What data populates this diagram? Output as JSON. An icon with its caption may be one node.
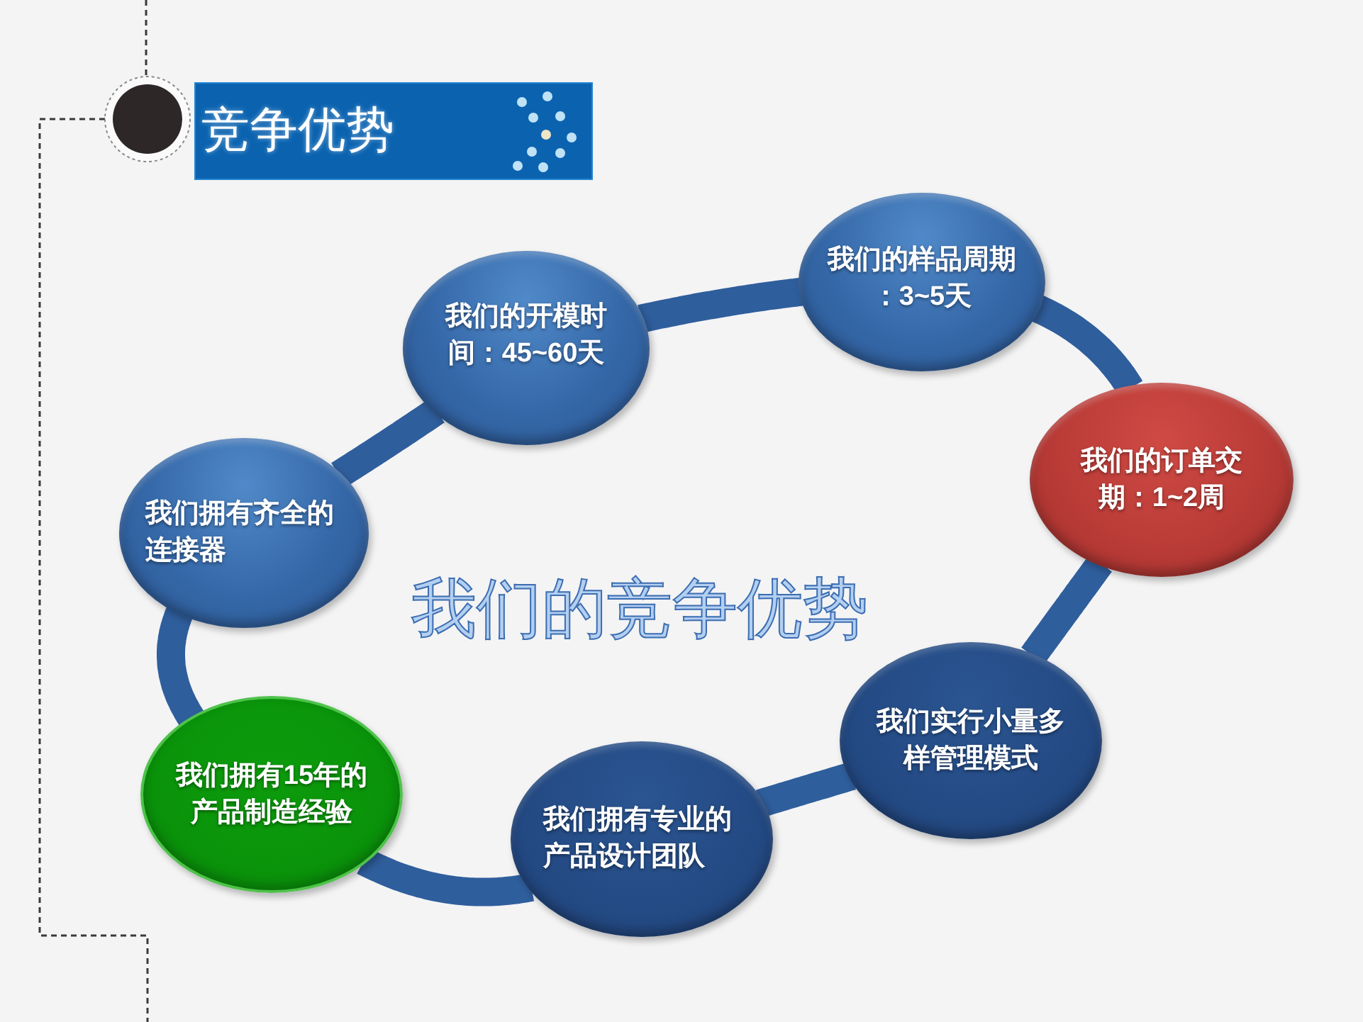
{
  "diagram": {
    "title": "竞争优势",
    "nodes": [
      {
        "text": [
          "我们拥有齐全的连接器"
        ]
      },
      {
        "text": [
          "我们的开模时间：45~60天"
        ]
      },
      {
        "text": [
          "我们的样品周期：3~5天"
        ]
      },
      {
        "text": [
          "我们的订单交期：1~2周"
        ]
      },
      {
        "text": [
          "我们实行小量多样管理模式"
        ]
      },
      {
        "text": [
          "我们拥有专业的产品设计团队"
        ]
      },
      {
        "text": [
          "我们拥有15年的产品制造经验"
        ]
      }
    ],
    "edges": [
      {
        "from": 0,
        "to": 1,
        "arrow": "none"
      },
      {
        "from": 1,
        "to": 2,
        "arrow": "none"
      },
      {
        "from": 2,
        "to": 3,
        "arrow": "none"
      },
      {
        "from": 3,
        "to": 4,
        "arrow": "none"
      },
      {
        "from": 4,
        "to": 5,
        "arrow": "none"
      },
      {
        "from": 5,
        "to": 6,
        "arrow": "none"
      },
      {
        "from": 6,
        "to": 0,
        "arrow": "none"
      }
    ],
    "labels": [
      "我们的竞争优势"
    ]
  }
}
